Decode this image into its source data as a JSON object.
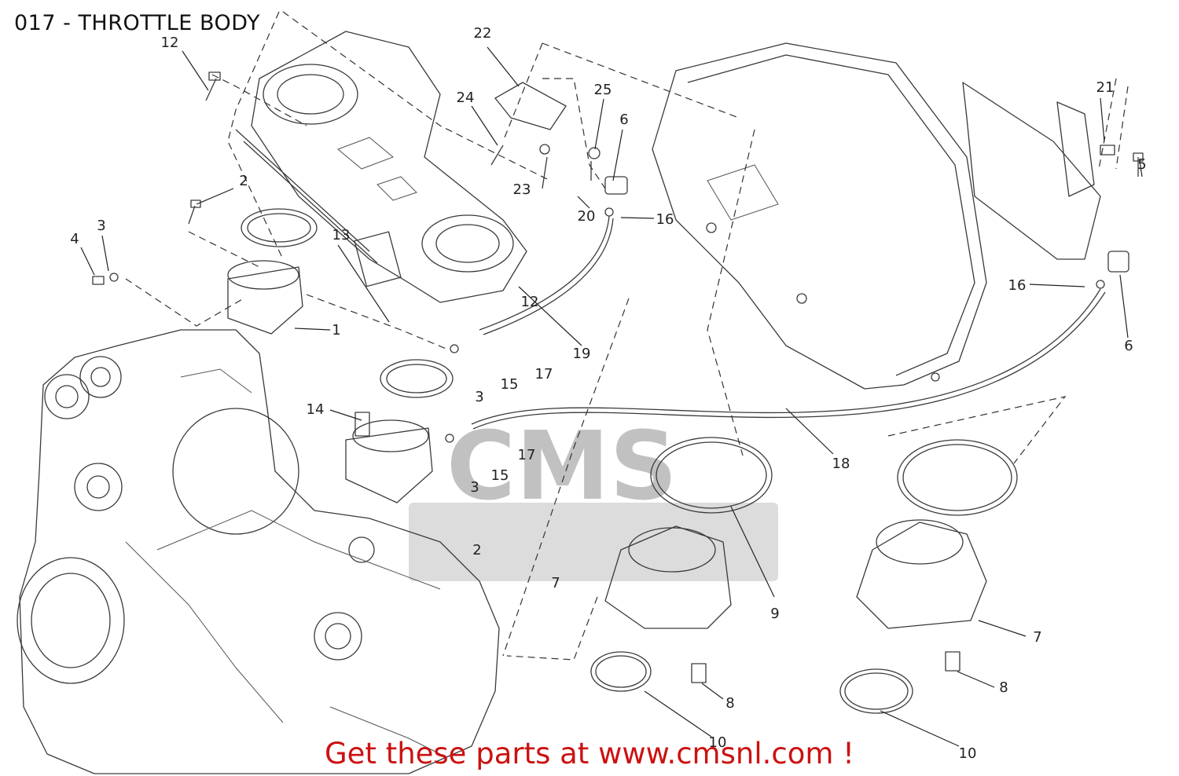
{
  "title": "017 - THROTTLE BODY",
  "footer": "Get these parts at www.cmsnl.com !",
  "watermark": "CMS",
  "colors": {
    "footer": "#cc1111",
    "linework": "#3a3a3a",
    "background": "#ffffff"
  },
  "callouts": [
    {
      "id": "c1",
      "label": "1"
    },
    {
      "id": "c2a",
      "label": "2"
    },
    {
      "id": "c2b",
      "label": "2"
    },
    {
      "id": "c3a",
      "label": "3"
    },
    {
      "id": "c3b",
      "label": "3"
    },
    {
      "id": "c3c",
      "label": "3"
    },
    {
      "id": "c4",
      "label": "4"
    },
    {
      "id": "c5",
      "label": "5"
    },
    {
      "id": "c6a",
      "label": "6"
    },
    {
      "id": "c6b",
      "label": "6"
    },
    {
      "id": "c7a",
      "label": "7"
    },
    {
      "id": "c7b",
      "label": "7"
    },
    {
      "id": "c8a",
      "label": "8"
    },
    {
      "id": "c8b",
      "label": "8"
    },
    {
      "id": "c9",
      "label": "9"
    },
    {
      "id": "c10a",
      "label": "10"
    },
    {
      "id": "c10b",
      "label": "10"
    },
    {
      "id": "c12a",
      "label": "12"
    },
    {
      "id": "c12b",
      "label": "12"
    },
    {
      "id": "c13",
      "label": "13"
    },
    {
      "id": "c14",
      "label": "14"
    },
    {
      "id": "c15a",
      "label": "15"
    },
    {
      "id": "c15b",
      "label": "15"
    },
    {
      "id": "c16a",
      "label": "16"
    },
    {
      "id": "c16b",
      "label": "16"
    },
    {
      "id": "c17a",
      "label": "17"
    },
    {
      "id": "c17b",
      "label": "17"
    },
    {
      "id": "c18",
      "label": "18"
    },
    {
      "id": "c19",
      "label": "19"
    },
    {
      "id": "c20",
      "label": "20"
    },
    {
      "id": "c21",
      "label": "21"
    },
    {
      "id": "c22",
      "label": "22"
    },
    {
      "id": "c23",
      "label": "23"
    },
    {
      "id": "c24",
      "label": "24"
    },
    {
      "id": "c25",
      "label": "25"
    }
  ]
}
